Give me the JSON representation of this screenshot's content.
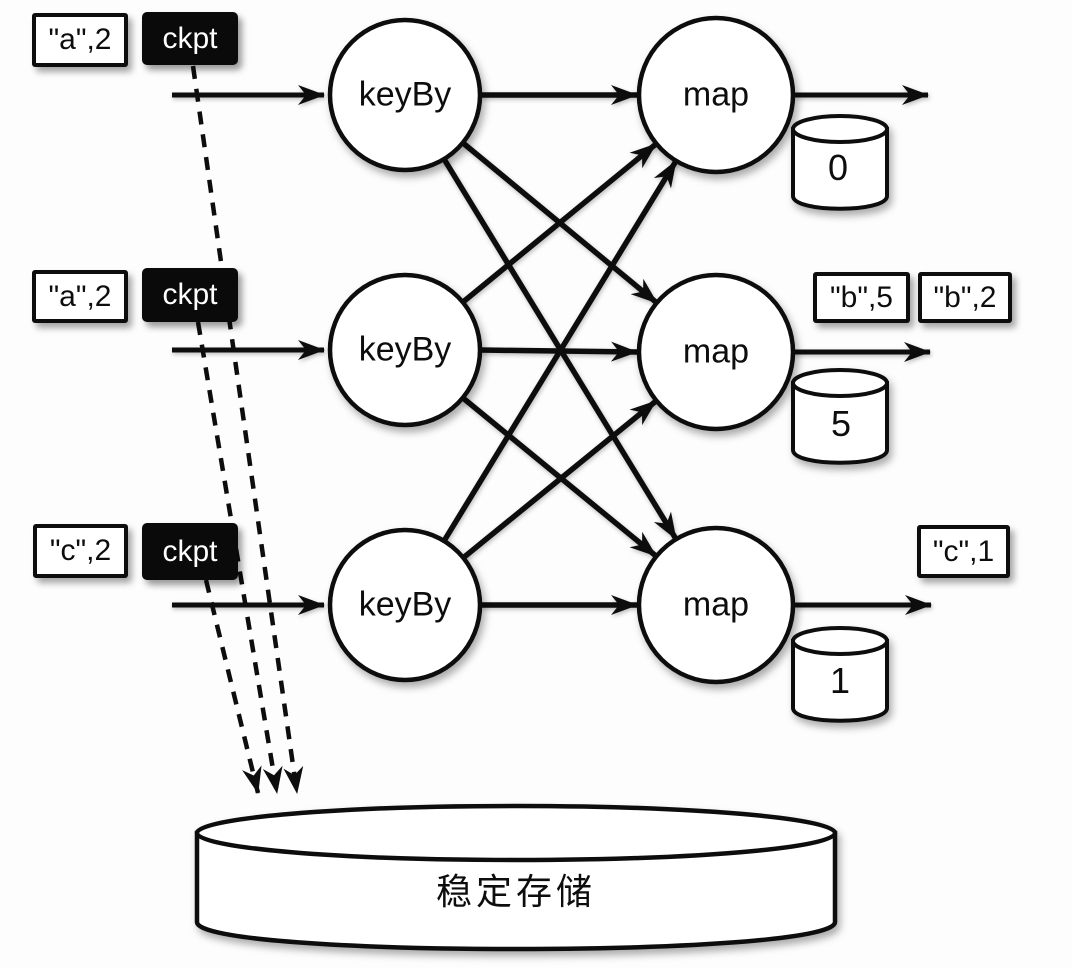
{
  "rows": [
    {
      "input_tuple": "\"a\",2",
      "ckpt_label": "ckpt",
      "keyby_label": "keyBy",
      "map_label": "map",
      "state_value": "0",
      "outputs": []
    },
    {
      "input_tuple": "\"a\",2",
      "ckpt_label": "ckpt",
      "keyby_label": "keyBy",
      "map_label": "map",
      "state_value": "5",
      "outputs": [
        "\"b\",5",
        "\"b\",2"
      ]
    },
    {
      "input_tuple": "\"c\",2",
      "ckpt_label": "ckpt",
      "keyby_label": "keyBy",
      "map_label": "map",
      "state_value": "1",
      "outputs": [
        "\"c\",1"
      ]
    }
  ],
  "storage": {
    "label": "稳定存储"
  },
  "colors": {
    "stroke": "#0d0d0d",
    "ckpt_background": "#0a0a0a",
    "ckpt_text": "#ffffff",
    "shape_fill": "#ffffff"
  }
}
